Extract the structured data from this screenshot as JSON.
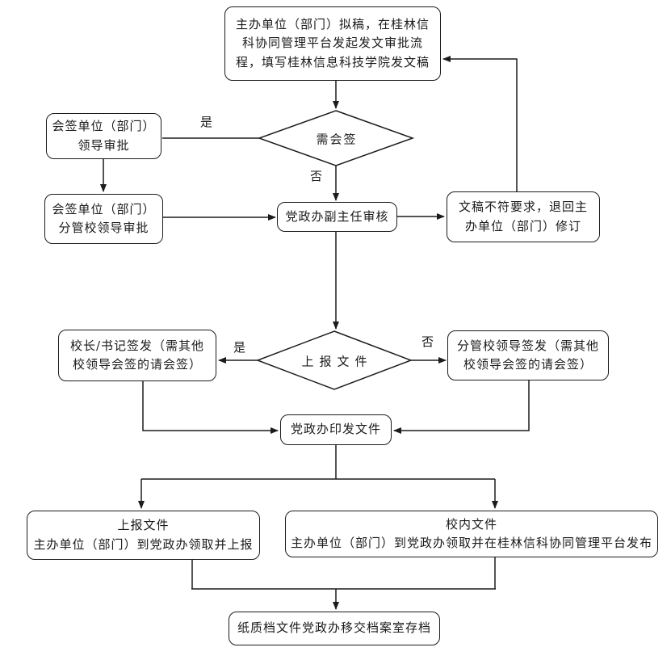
{
  "colors": {
    "line": "#1c1c1c",
    "text": "#1a1a1a",
    "node_background": "#ffffff",
    "page_background": "#ffffff"
  },
  "flowchart": {
    "nodes": {
      "start": {
        "lines": [
          "主办单位（部门）拟稿，在桂林信",
          "科协同管理平台发起发文审批流",
          "程，填写桂林信息科技学院发文稿"
        ]
      },
      "decision_countersign": {
        "label": "需会签",
        "yes_label": "是",
        "no_label": "否"
      },
      "countersign_leader": {
        "lines": [
          "会签单位（部门）",
          "领导审批"
        ]
      },
      "countersign_vice": {
        "lines": [
          "会签单位（部门）",
          "分管校领导审批"
        ]
      },
      "review": {
        "label": "党政办副主任审核"
      },
      "reject": {
        "lines": [
          "文稿不符要求，退回主",
          "办单位（部门）修订"
        ]
      },
      "decision_report": {
        "label": "上报文件",
        "yes_label": "是",
        "no_label": "否"
      },
      "president_sign": {
        "lines": [
          "校长/书记签发（需其他",
          "校领导会签的请会签）"
        ]
      },
      "vice_sign": {
        "lines": [
          "分管校领导签发（需其他",
          "校领导会签的请会签）"
        ]
      },
      "issue": {
        "label": "党政办印发文件"
      },
      "report_file": {
        "lines": [
          "上报文件",
          "主办单位（部门）到党政办领取并上报"
        ]
      },
      "internal_file": {
        "lines": [
          "校内文件",
          "主办单位（部门）到党政办领取并在桂林信科协同管理平台发布"
        ]
      },
      "archive": {
        "label": "纸质档文件党政办移交档案室存档"
      }
    }
  }
}
